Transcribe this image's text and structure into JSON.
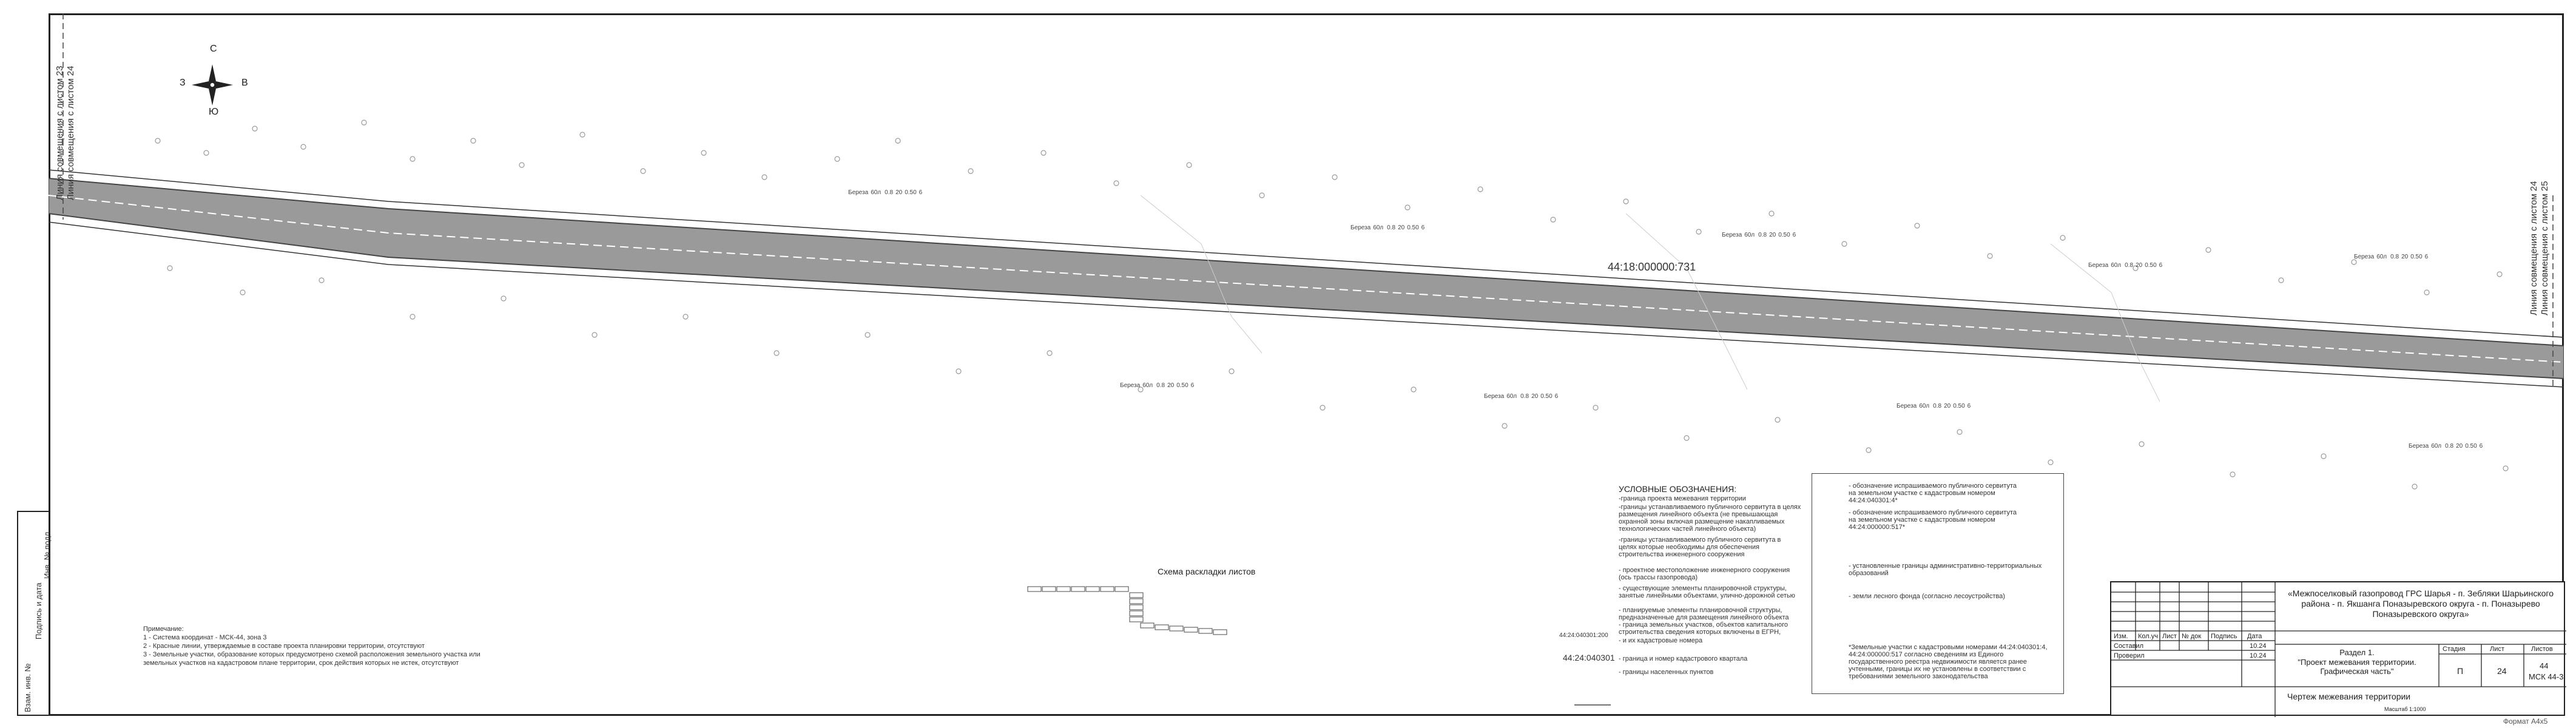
{
  "match_lines": {
    "left_23": "Линия совмещения с листом 23",
    "left_24": "Линия совмещения с листом 24",
    "right_24": "Линия совмещения с листом 24",
    "right_25": "Линия совмещения с листом 25"
  },
  "compass": {
    "north": "С",
    "south": "Ю",
    "east": "В",
    "west": "З"
  },
  "parcel_label": "44:18:000000:731",
  "tree_labels": [
    {
      "species": "Береза",
      "age": "60л",
      "value": "0.8",
      "height": "20",
      "dist": "0.50",
      "num": "6"
    },
    {
      "species": "Береза",
      "age": "60л",
      "value": "0.8",
      "height": "20",
      "dist": "0.50",
      "num": "6"
    },
    {
      "species": "Береза",
      "age": "60л",
      "value": "0.8",
      "height": "20",
      "dist": "0.50",
      "num": "6"
    },
    {
      "species": "Береза",
      "age": "60л",
      "value": "0.8",
      "height": "20",
      "dist": "0.50",
      "num": "6"
    },
    {
      "species": "Береза",
      "age": "60л",
      "value": "0.8",
      "height": "20",
      "dist": "0.50",
      "num": "6"
    },
    {
      "species": "Береза",
      "age": "60л",
      "value": "0.8",
      "height": "20",
      "dist": "0.50",
      "num": "6"
    },
    {
      "species": "Береза",
      "age": "60л",
      "value": "0.8",
      "height": "20",
      "dist": "0.50",
      "num": "6"
    },
    {
      "species": "Береза",
      "age": "60л",
      "value": "0.8",
      "height": "20",
      "dist": "0.50",
      "num": "6"
    },
    {
      "species": "Береза",
      "age": "60л",
      "value": "0.8",
      "height": "20",
      "dist": "0.50",
      "num": "6"
    }
  ],
  "scheme": {
    "title": "Схема раскладки листов"
  },
  "notes": {
    "header": "Примечание:",
    "lines": [
      "1 - Система координат - МСК-44, зона 3",
      "2 - Красные линии, утверждаемые в составе проекта планировки территории, отсутствуют",
      "3 - Земельные участки, образование которых предусмотрено схемой расположения земельного участка или",
      "земельных участков на кадастровом плане территории, срок действия которых не истек, отсутствуют"
    ]
  },
  "legend": {
    "title": "УСЛОВНЫЕ ОБОЗНАЧЕНИЯ:",
    "left_items": [
      "-граница проекта межевания территории",
      "-границы устанавливаемого публичного сервитута в целях",
      "размещения линейного объекта (не превышающая",
      "охранной зоны включая размещение накапливаемых",
      "технологических частей линейного объекта)",
      "-границы устанавливаемого публичного сервитута в",
      "целях которые необходимы для обеспечения",
      "строительства инженерного сооружения",
      "- проектное местоположение инженерного сооружения",
      "(ось трассы газопровода)",
      "- существующие элементы планировочной структуры,",
      "занятые линейными объектами, улично-дорожной сетью",
      "- планируемые элементы планировочной структуры,",
      "предназначенные для размещения линейного объекта",
      "- граница земельных участков, объектов капитального",
      "строительства  сведения которых включены в ЕГРН,",
      "- и их кадастровые номера",
      "- граница и номер кадастрового квартала",
      "- границы населенных пунктов"
    ],
    "code_1": "44:24:040301:200",
    "code_2": "44:24:040301",
    "right_items": [
      "- обозначение испрашиваемого публичного сервитута",
      "на земельном участке с кадастровым номером",
      "44:24:040301:4*",
      "- обозначение испрашиваемого публичного сервитута",
      "на земельном участке с кадастровым номером",
      "44:24:000000:517*",
      "- установленные границы административно-территориальных",
      "образований",
      "- земли лесного фонда (согласно лесоустройства)"
    ],
    "footnote": [
      "*Земельные участки с кадастровыми номерами 44:24:040301:4,",
      "44:24:000000:517 согласно сведениям из Единого",
      "государственного реестра недвижимости является ранее",
      "учтенными, границы их не установлены в соответствии с",
      "требованиями земельного законодательства"
    ]
  },
  "stamp": {
    "cols": [
      "Изм.",
      "Кол.уч",
      "Лист",
      "№ док",
      "Подпись",
      "Дата"
    ],
    "rows": [
      {
        "role": "Составил",
        "date": "10.24"
      },
      {
        "role": "Проверил",
        "date": "10.24"
      }
    ],
    "project": "«Межпоселковый газопровод ГРС Шарья - п. Зебляки Шарьинского района - п. Якшанга Поназыревского округа - п. Поназырево Поназыревского округа»",
    "section": "Раздел 1.",
    "section_title": "\"Проект межевания территории. Графическая часть\"",
    "stage_h": "Стадия",
    "sheet_h": "Лист",
    "sheets_h": "Листов",
    "stage": "П",
    "sheet": "24",
    "sheets": "44",
    "coord": "МСК 44-3",
    "drawing_title": "Чертеж межевания территории",
    "scale": "Масштаб 1:1000"
  },
  "left_strip": [
    "Взам. инв. №",
    "Подпись и дата",
    "Инв. № подл."
  ],
  "format": "Формат А4х5"
}
